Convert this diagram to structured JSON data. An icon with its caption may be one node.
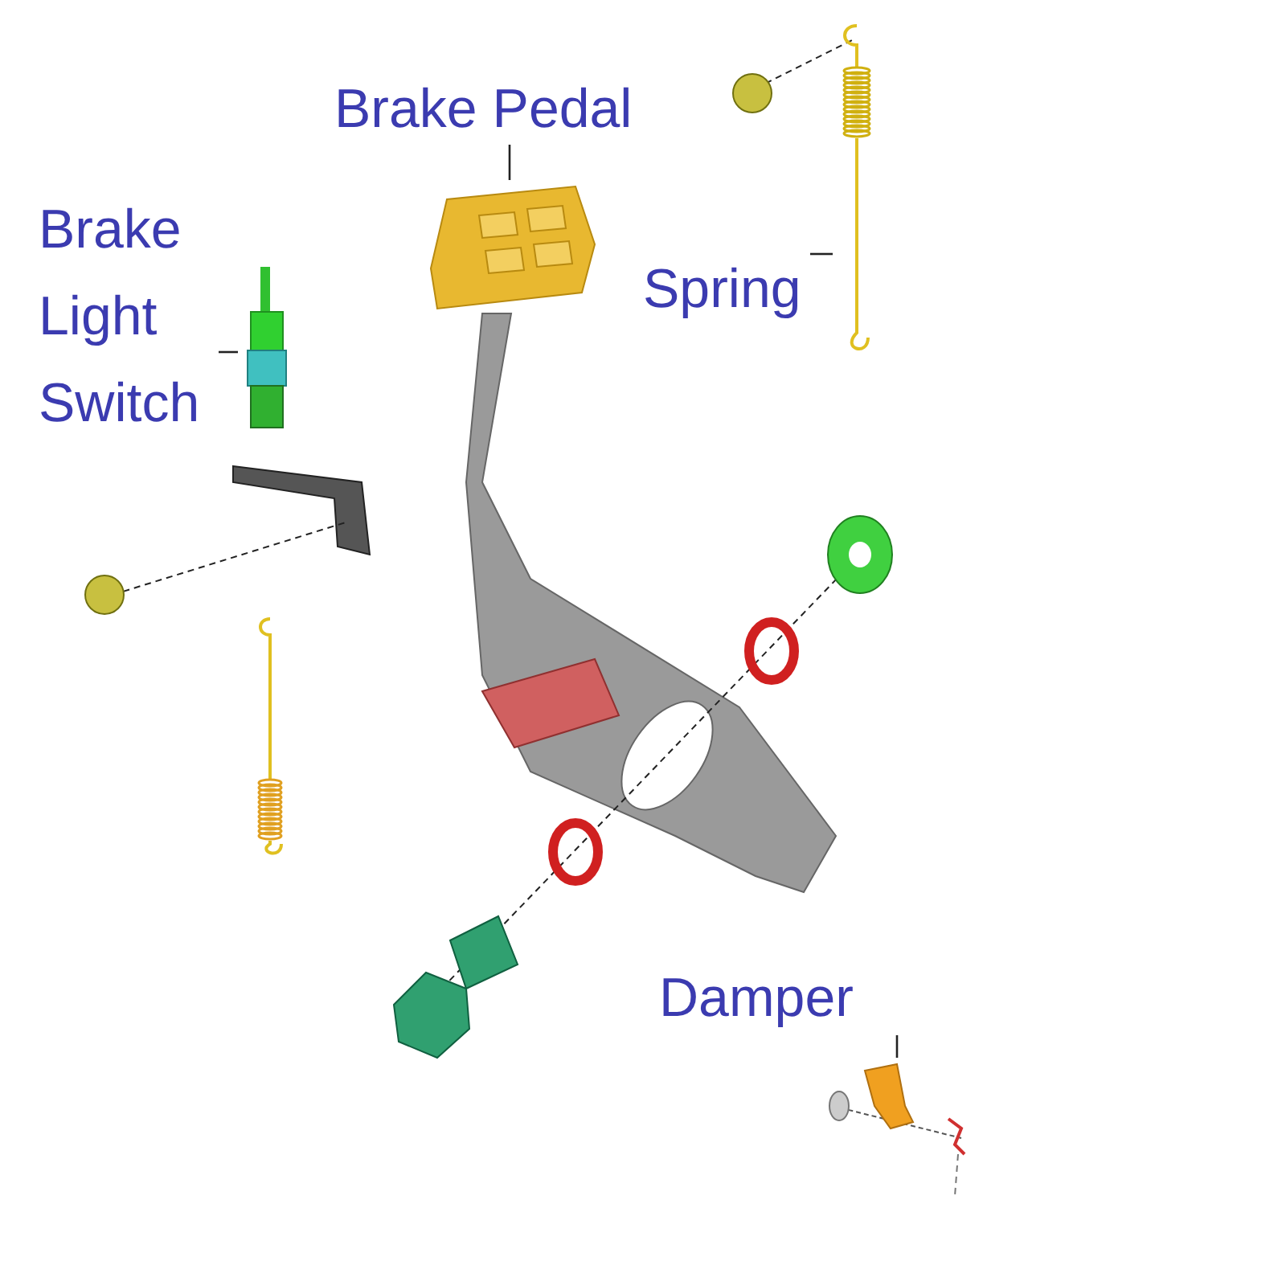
{
  "diagram": {
    "nodes": [
      {
        "text": [
          "Brake Pedal"
        ]
      },
      {
        "text": [],
        "shape": "picture"
      },
      {
        "text": [
          "Spring"
        ]
      },
      {
        "text": [],
        "shape": "picture"
      },
      {
        "text": [
          "Brake Light Switch"
        ]
      },
      {
        "text": [],
        "shape": "picture"
      },
      {
        "text": [
          "Damper"
        ]
      },
      {
        "text": [],
        "shape": "picture"
      }
    ],
    "edges": [
      {
        "from": 0,
        "to": 1,
        "arrow": "none"
      },
      {
        "from": 2,
        "to": 3,
        "arrow": "none"
      },
      {
        "from": 4,
        "to": 5,
        "arrow": "none"
      },
      {
        "from": 6,
        "to": 7,
        "arrow": "none"
      }
    ]
  }
}
